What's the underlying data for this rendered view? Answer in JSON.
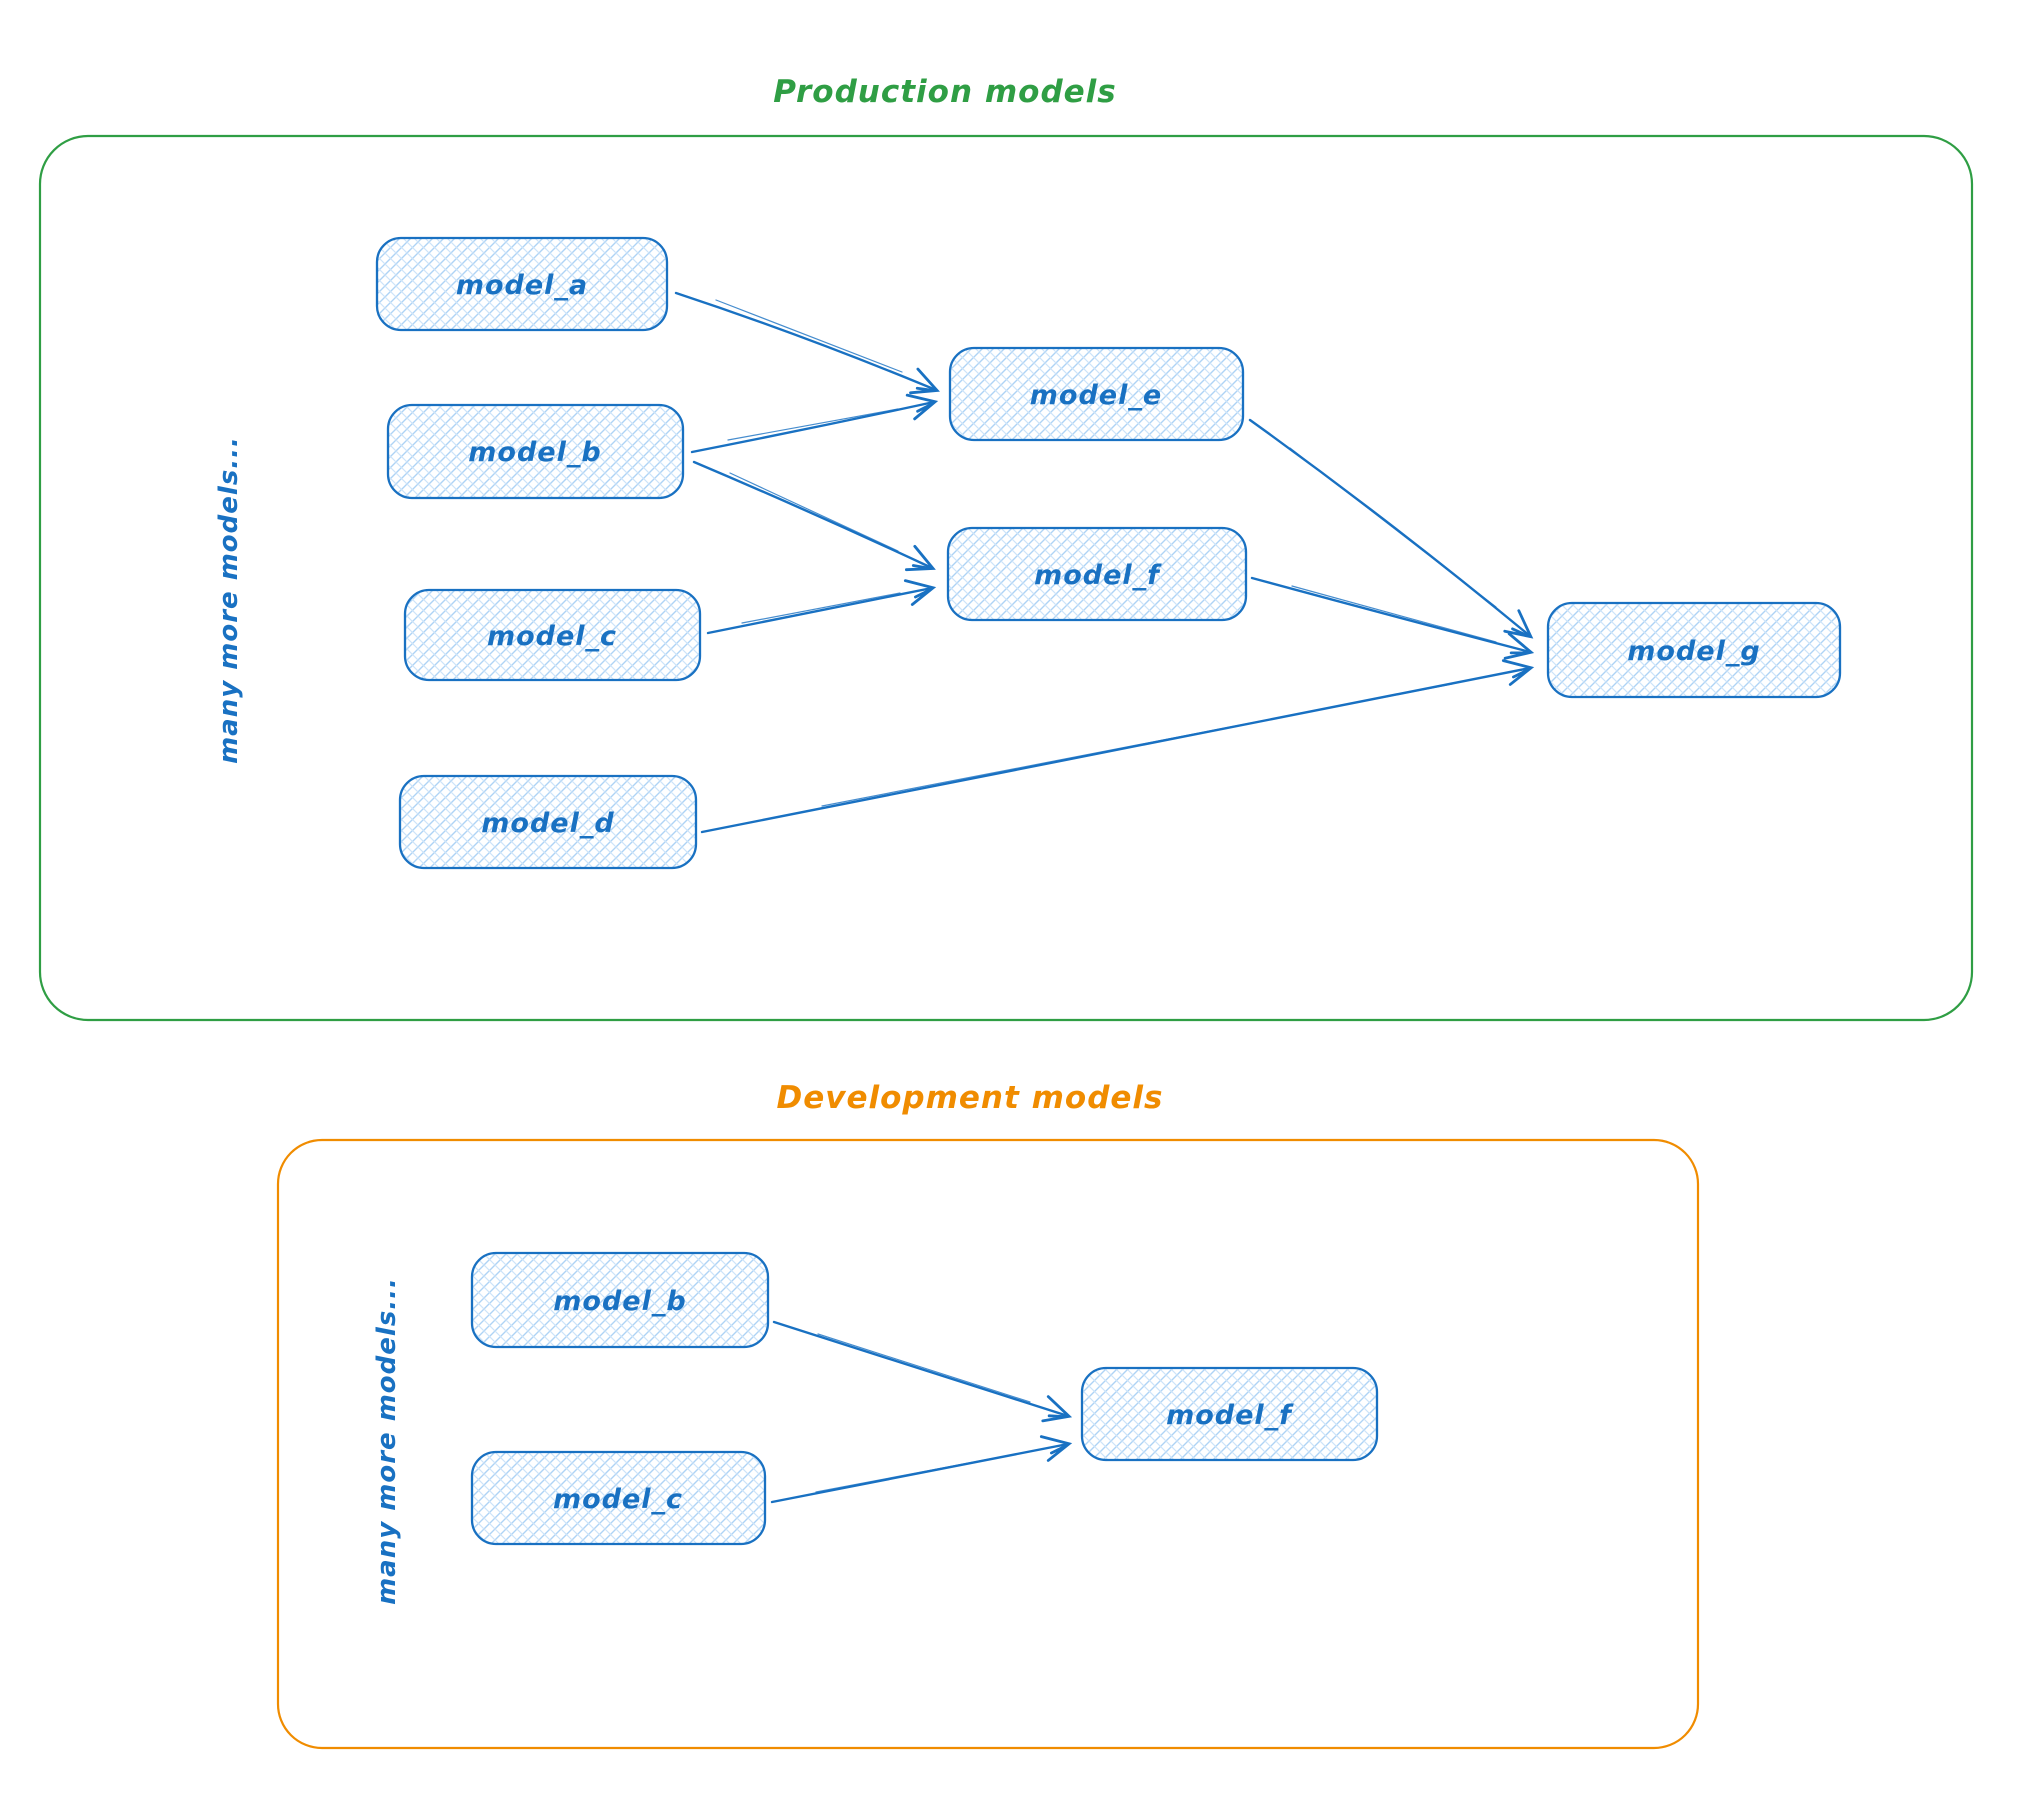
{
  "colors": {
    "production_border": "#2f9e44",
    "production_title": "#2f9e44",
    "development_border": "#f08c00",
    "development_title": "#f08c00",
    "node_stroke": "#1971c2",
    "node_fill_hatch": "#aed3f5",
    "node_text": "#1971c2",
    "arrow": "#1971c2",
    "background": "#ffffff"
  },
  "production": {
    "title": "Production models",
    "side_note": "many more models...",
    "nodes": {
      "model_a": {
        "label": "model_a"
      },
      "model_b": {
        "label": "model_b"
      },
      "model_c": {
        "label": "model_c"
      },
      "model_d": {
        "label": "model_d"
      },
      "model_e": {
        "label": "model_e"
      },
      "model_f": {
        "label": "model_f"
      },
      "model_g": {
        "label": "model_g"
      }
    },
    "edges": [
      {
        "from": "model_a",
        "to": "model_e"
      },
      {
        "from": "model_b",
        "to": "model_e"
      },
      {
        "from": "model_b",
        "to": "model_f"
      },
      {
        "from": "model_c",
        "to": "model_f"
      },
      {
        "from": "model_e",
        "to": "model_g"
      },
      {
        "from": "model_f",
        "to": "model_g"
      },
      {
        "from": "model_d",
        "to": "model_g"
      }
    ]
  },
  "development": {
    "title": "Development models",
    "side_note": "many more models...",
    "nodes": {
      "model_b": {
        "label": "model_b"
      },
      "model_c": {
        "label": "model_c"
      },
      "model_f": {
        "label": "model_f"
      }
    },
    "edges": [
      {
        "from": "model_b",
        "to": "model_f"
      },
      {
        "from": "model_c",
        "to": "model_f"
      }
    ]
  }
}
